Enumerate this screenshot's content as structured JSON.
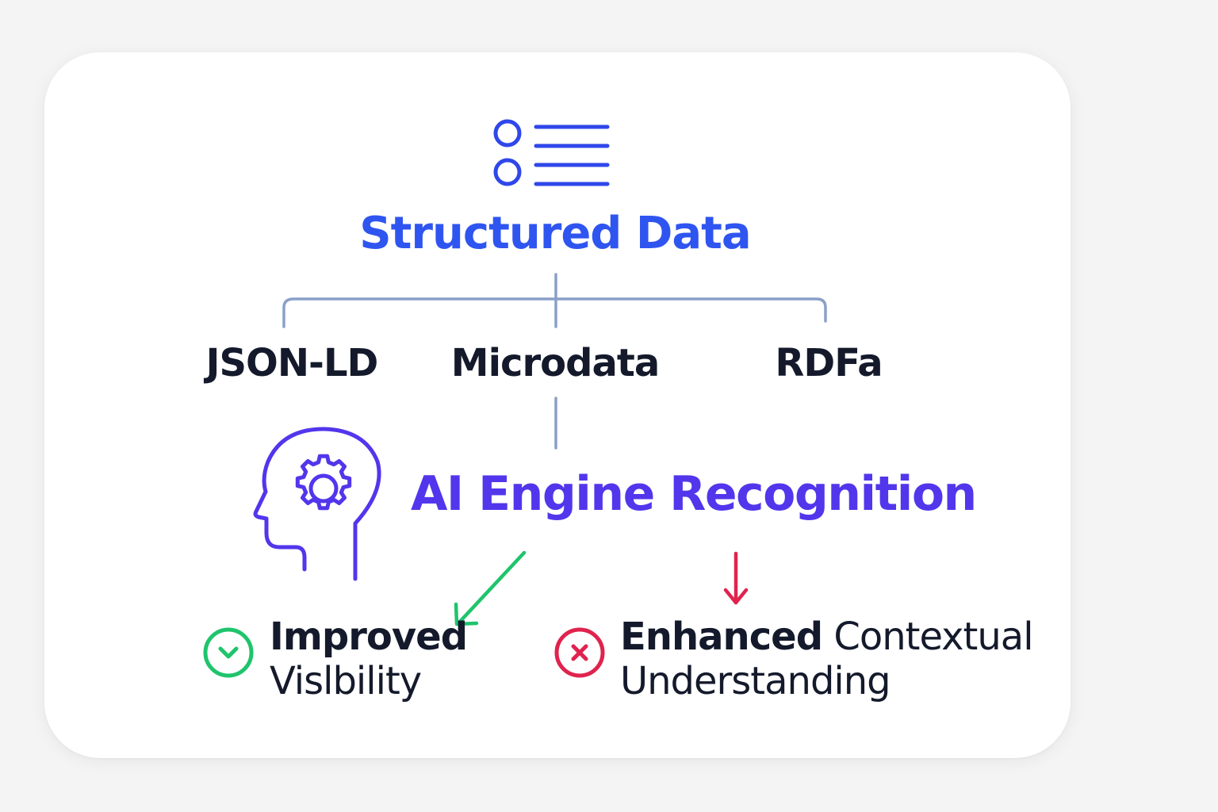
{
  "root": {
    "title": "Structured Data",
    "icon": "list-icon"
  },
  "formats": [
    {
      "label": "JSON-LD"
    },
    {
      "label": "Microdata"
    },
    {
      "label": "RDFa"
    }
  ],
  "engine": {
    "title": "AI Engine Recognition",
    "icon": "ai-head-gear-icon"
  },
  "outcomes": [
    {
      "icon": "check-circle-icon",
      "arrow": "arrow-down-left-icon",
      "line1": "Improved",
      "line2": "Vislbility"
    },
    {
      "icon": "x-circle-icon",
      "arrow": "arrow-down-icon",
      "line1_bold": "Enhanced",
      "line1_rest": "Contextual",
      "line2": "Understanding"
    }
  ],
  "colors": {
    "root": "#2f55f0",
    "engine": "#5236ec",
    "connector": "#8aa0c8",
    "positive": "#1fc46c",
    "negative": "#e0234e",
    "text": "#141a2b"
  }
}
